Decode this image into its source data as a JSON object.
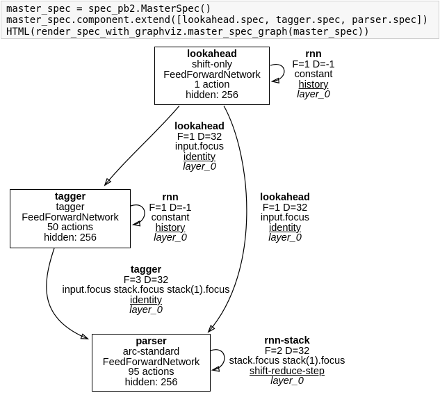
{
  "code_cell": {
    "lines": [
      "master_spec = spec_pb2.MasterSpec()",
      "master_spec.component.extend([lookahead.spec, tagger.spec, parser.spec])",
      "HTML(render_spec_with_graphviz.master_spec_graph(master_spec))"
    ]
  },
  "graph": {
    "nodes": [
      {
        "title": "lookahead",
        "transition": "shift-only",
        "network": "FeedForwardNetwork",
        "actions": "1 action",
        "hidden": "hidden: 256"
      },
      {
        "title": "tagger",
        "transition": "tagger",
        "network": "FeedForwardNetwork",
        "actions": "50 actions",
        "hidden": "hidden: 256"
      },
      {
        "title": "parser",
        "transition": "arc-standard",
        "network": "FeedForwardNetwork",
        "actions": "95 actions",
        "hidden": "hidden: 256"
      }
    ],
    "labels": [
      {
        "title": "rnn",
        "dims": "F=1 D=-1",
        "features": "constant",
        "source": "history",
        "layer": "layer_0"
      },
      {
        "title": "lookahead",
        "dims": "F=1 D=32",
        "features": "input.focus",
        "source": "identity",
        "layer": "layer_0"
      },
      {
        "title": "rnn",
        "dims": "F=1 D=-1",
        "features": "constant",
        "source": "history",
        "layer": "layer_0"
      },
      {
        "title": "lookahead",
        "dims": "F=1 D=32",
        "features": "input.focus",
        "source": "identity",
        "layer": "layer_0"
      },
      {
        "title": "tagger",
        "dims": "F=3 D=32",
        "features": "input.focus stack.focus stack(1).focus",
        "source": "identity",
        "layer": "layer_0"
      },
      {
        "title": "rnn-stack",
        "dims": "F=2 D=32",
        "features": "stack.focus stack(1).focus",
        "source": "shift-reduce-step",
        "layer": "layer_0"
      }
    ]
  }
}
